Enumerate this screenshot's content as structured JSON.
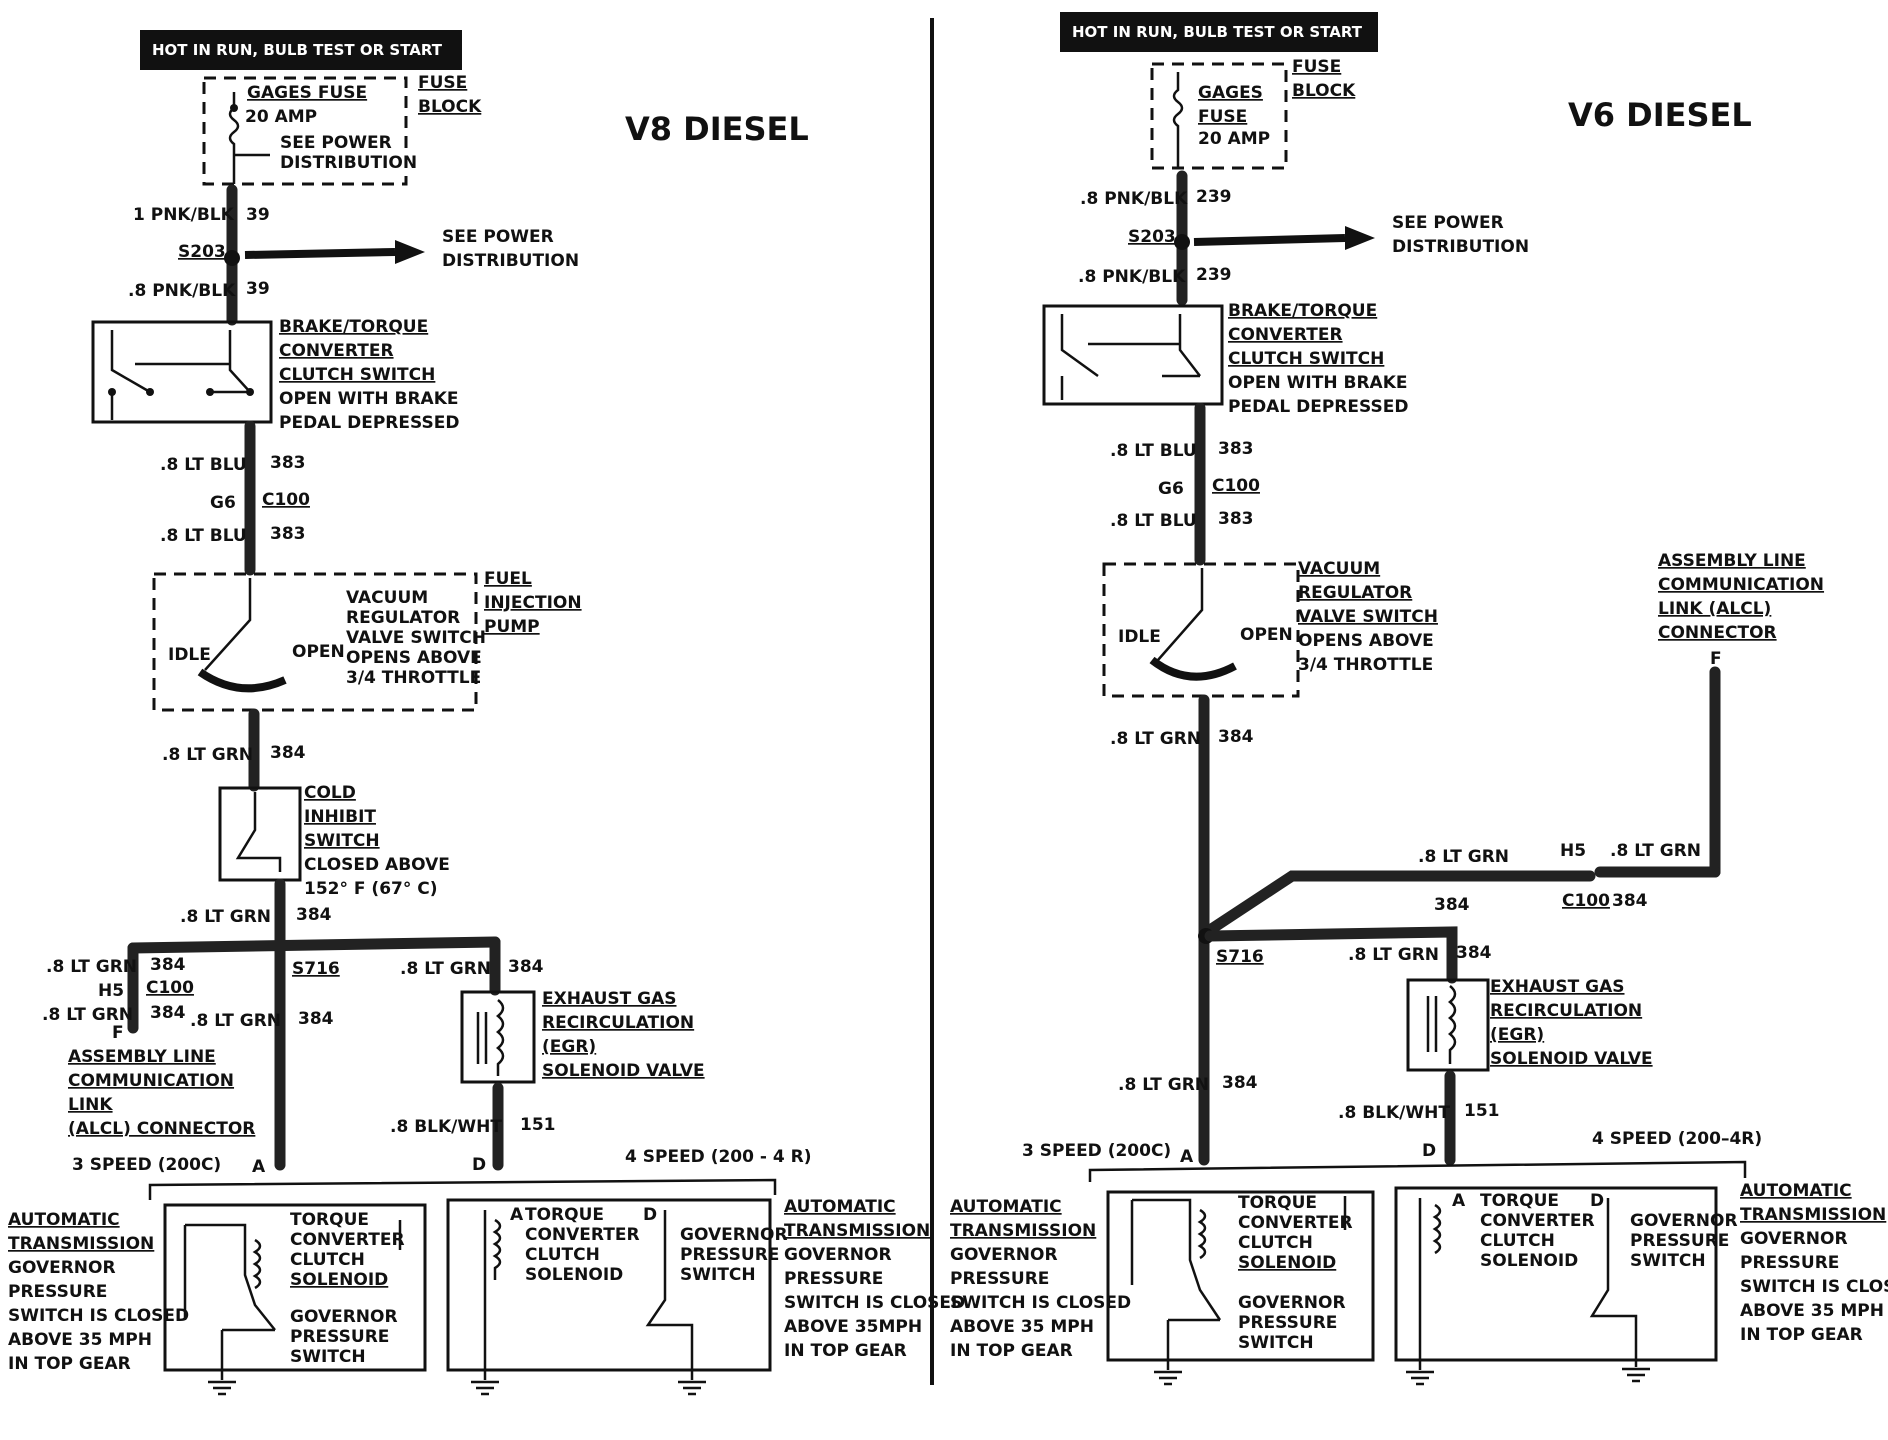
{
  "left": {
    "banner": "HOT IN RUN, BULB TEST OR START",
    "title": "V8 DIESEL",
    "fuse_name_a": "GAGES FUSE",
    "fuse_rating": "20 AMP",
    "see_power_a": "SEE POWER",
    "see_power_b": "DISTRIBUTION",
    "fuse_block_a": "FUSE",
    "fuse_block_b": "BLOCK",
    "w1_label": "1 PNK/BLK",
    "w1_num": "39",
    "splice_s203": "S203",
    "spd_a": "SEE POWER",
    "spd_b": "DISTRIBUTION",
    "w2_label": ".8 PNK/BLK",
    "w2_num": "39",
    "brake_1": "BRAKE/TORQUE",
    "brake_2": "CONVERTER",
    "brake_3": "CLUTCH SWITCH",
    "brake_4": "OPEN WITH BRAKE",
    "brake_5": "PEDAL DEPRESSED",
    "w3_label": ".8 LT BLU",
    "w3_num": "383",
    "g6": "G6",
    "c100": "C100",
    "w4_label": ".8 LT BLU",
    "w4_num": "383",
    "vac_1": "VACUUM",
    "vac_2": "REGULATOR",
    "vac_3": "VALVE SWITCH",
    "vac_4": "OPENS ABOVE",
    "vac_5": "3/4 THROTTLE",
    "idle": "IDLE",
    "open": "OPEN",
    "fip_1": "FUEL",
    "fip_2": "INJECTION",
    "fip_3": "PUMP",
    "w5_label": ".8 LT GRN",
    "w5_num": "384",
    "cold_1": "COLD",
    "cold_2": "INHIBIT",
    "cold_3": "SWITCH",
    "cold_4": "CLOSED ABOVE",
    "cold_5": "152° F (67° C)",
    "w6_label": ".8 LT GRN",
    "w6_num": "384",
    "w7_label": ".8 LT GRN",
    "w7_num": "384",
    "h5": "H5",
    "c100b": "C100",
    "w8_label": ".8 LT GRN",
    "w8_num": "384",
    "f": "F",
    "alcl_1": "ASSEMBLY LINE",
    "alcl_2": "COMMUNICATION",
    "alcl_3": "LINK",
    "alcl_4": "(ALCL) CONNECTOR",
    "s716": "S716",
    "w9_label": ".8 LT GRN",
    "w9_num": "384",
    "w10_label": ".8 LT GRN",
    "w10_num": "384",
    "egr_1": "EXHAUST GAS",
    "egr_2": "RECIRCULATION",
    "egr_3": "(EGR)",
    "egr_4": "SOLENOID VALVE",
    "w11_label": ".8 BLK/WHT",
    "w11_num": "151",
    "speed3": "3 SPEED (200C)",
    "speed4": "4 SPEED (200 - 4 R)",
    "pin_a": "A",
    "pin_d": "D",
    "atg_1": "AUTOMATIC",
    "atg_2": "TRANSMISSION",
    "atg_3": "GOVERNOR",
    "atg_4": "PRESSURE",
    "atg_5": "SWITCH IS CLOSED",
    "atg_6": "ABOVE 35 MPH",
    "atg_7": "IN TOP GEAR",
    "tcc_1": "TORQUE",
    "tcc_2": "CONVERTER",
    "tcc_3": "CLUTCH",
    "tcc_4": "SOLENOID",
    "gov_1": "GOVERNOR",
    "gov_2": "PRESSURE",
    "gov_3": "SWITCH",
    "tcc4_1": "TORQUE",
    "tcc4_2": "CONVERTER",
    "tcc4_3": "CLUTCH",
    "tcc4_4": "SOLENOID",
    "gov4_1": "GOVERNOR",
    "gov4_2": "PRESSURE",
    "gov4_3": "SWITCH",
    "pin_a2": "A",
    "pin_d2": "D",
    "atr_1": "AUTOMATIC",
    "atr_2": "TRANSMISSION",
    "atr_3": "GOVERNOR",
    "atr_4": "PRESSURE",
    "atr_5": "SWITCH IS CLOSED",
    "atr_6": "ABOVE 35MPH",
    "atr_7": "IN TOP GEAR"
  },
  "right": {
    "banner": "HOT IN RUN, BULB TEST OR START",
    "title": "V6 DIESEL",
    "fuse_a": "GAGES",
    "fuse_b": "FUSE",
    "fuse_rating": "20 AMP",
    "fuse_block_a": "FUSE",
    "fuse_block_b": "BLOCK",
    "w1_label": ".8 PNK/BLK",
    "w1_num": "239",
    "splice_s203": "S203",
    "spd_a": "SEE POWER",
    "spd_b": "DISTRIBUTION",
    "w2_label": ".8 PNK/BLK",
    "w2_num": "239",
    "brake_1": "BRAKE/TORQUE",
    "brake_2": "CONVERTER",
    "brake_3": "CLUTCH SWITCH",
    "brake_4": "OPEN WITH BRAKE",
    "brake_5": "PEDAL DEPRESSED",
    "w3_label": ".8 LT BLU",
    "w3_num": "383",
    "g6": "G6",
    "c100": "C100",
    "w4_label": ".8 LT BLU",
    "w4_num": "383",
    "vac_1": "VACUUM",
    "vac_2": "REGULATOR",
    "vac_3": "VALVE SWITCH",
    "vac_4": "OPENS ABOVE",
    "vac_5": "3/4 THROTTLE",
    "idle": "IDLE",
    "open": "OPEN",
    "alcl_1": "ASSEMBLY LINE",
    "alcl_2": "COMMUNICATION",
    "alcl_3": "LINK (ALCL)",
    "alcl_4": "CONNECTOR",
    "f": "F",
    "w5_label": ".8 LT GRN",
    "w5_num": "384",
    "w6_label": ".8 LT GRN",
    "h5": "H5",
    "w6b_label": ".8 LT GRN",
    "w6_num": "384",
    "c100b": "C100",
    "w6b_num": "384",
    "s716": "S716",
    "w7_label": ".8 LT GRN",
    "w7_num": "384",
    "egr_1": "EXHAUST GAS",
    "egr_2": "RECIRCULATION",
    "egr_3": "(EGR)",
    "egr_4": "SOLENOID VALVE",
    "w8_label": ".8 LT GRN",
    "w8_num": "384",
    "w9_label": ".8 BLK/WHT",
    "w9_num": "151",
    "speed3": "3 SPEED (200C)",
    "speed4": "4 SPEED (200–4R)",
    "pin_a": "A",
    "pin_d": "D",
    "atg_1": "AUTOMATIC",
    "atg_2": "TRANSMISSION",
    "atg_3": "GOVERNOR",
    "atg_4": "PRESSURE",
    "atg_5": "SWITCH IS CLOSED",
    "atg_6": "ABOVE 35 MPH",
    "atg_7": "IN TOP GEAR",
    "tcc_1": "TORQUE",
    "tcc_2": "CONVERTER",
    "tcc_3": "CLUTCH",
    "tcc_4": "SOLENOID",
    "gov_1": "GOVERNOR",
    "gov_2": "PRESSURE",
    "gov_3": "SWITCH",
    "tcc4_1": "TORQUE",
    "tcc4_2": "CONVERTER",
    "tcc4_3": "CLUTCH",
    "tcc4_4": "SOLENOID",
    "gov4_1": "GOVERNOR",
    "gov4_2": "PRESSURE",
    "gov4_3": "SWITCH",
    "pin_a2": "A",
    "pin_d2": "D",
    "atr_1": "AUTOMATIC",
    "atr_2": "TRANSMISSION",
    "atr_3": "GOVERNOR",
    "atr_4": "PRESSURE",
    "atr_5": "SWITCH IS CLOSED",
    "atr_6": "ABOVE 35 MPH",
    "atr_7": "IN TOP GEAR"
  }
}
